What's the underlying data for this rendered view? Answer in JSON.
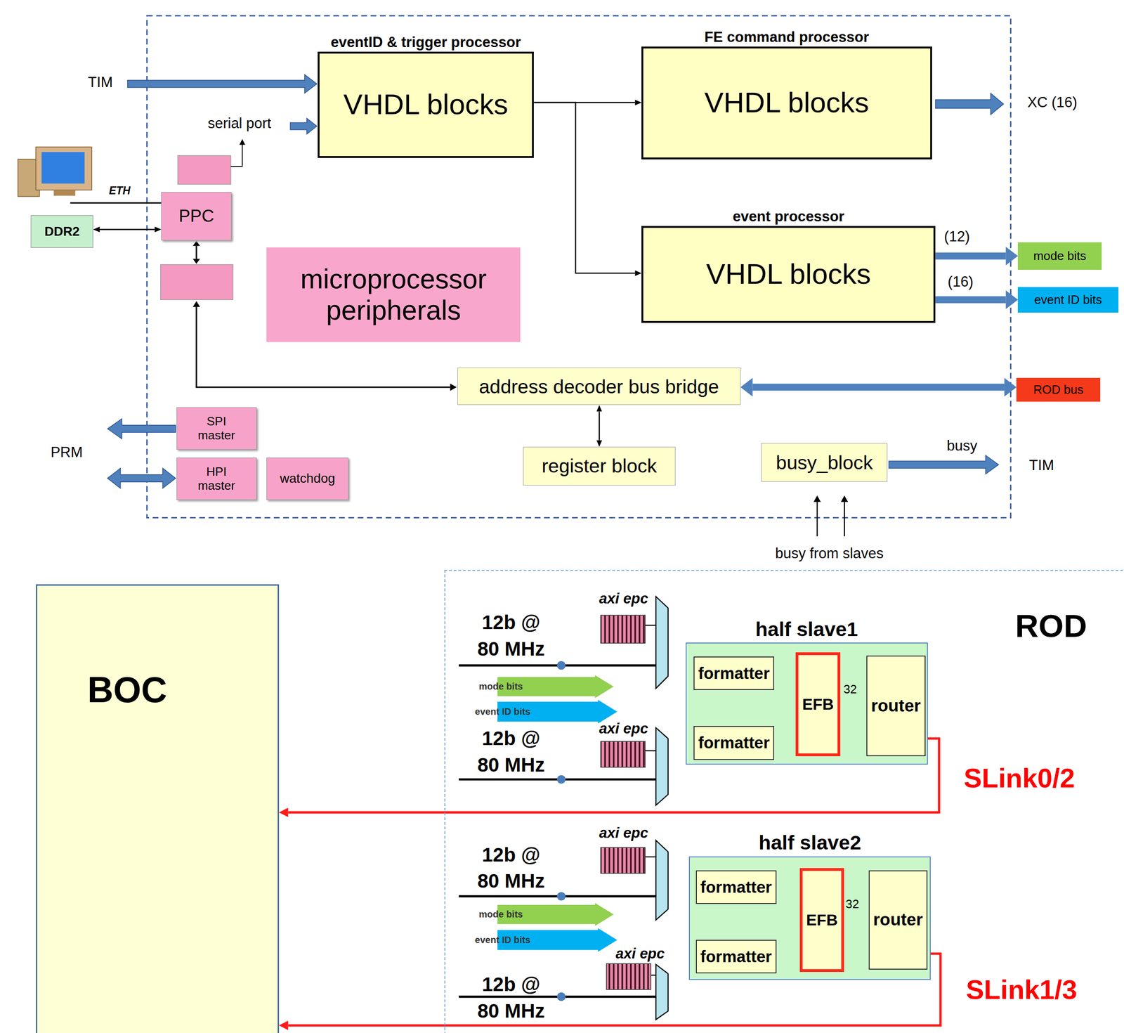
{
  "diagram": {
    "nodes": [
      {
        "text": [
          "eventID & trigger processor",
          "VHDL blocks"
        ]
      },
      {
        "text": [
          "FE command processor",
          "VHDL blocks"
        ]
      },
      {
        "text": [
          "PPC"
        ]
      },
      {
        "text": [
          "DDR2"
        ]
      },
      {
        "text": [
          "event processor",
          "VHDL blocks"
        ]
      },
      {
        "text": [
          "microprocessor peripherals"
        ]
      },
      {
        "text": [
          "mode bits"
        ]
      },
      {
        "text": [
          "event ID bits"
        ]
      },
      {
        "text": [
          "address decoder bus bridge"
        ]
      },
      {
        "text": [
          "ROD bus"
        ]
      },
      {
        "text": [
          "SPI master"
        ]
      },
      {
        "text": [
          "register block"
        ]
      },
      {
        "text": [
          "busy_block"
        ]
      },
      {
        "text": [
          "HPI master"
        ]
      },
      {
        "text": [
          "watchdog"
        ]
      },
      {
        "text": [
          "BOC"
        ]
      },
      {
        "text": [
          "ROD"
        ]
      },
      {
        "text": [
          "mode bits"
        ],
        "in": 16
      },
      {
        "text": [
          "event ID bits"
        ],
        "in": 16
      },
      {
        "text": [
          "half slave1"
        ],
        "in": 16
      },
      {
        "text": [
          "formatter"
        ],
        "in": 19
      },
      {
        "text": [
          "EFB"
        ],
        "in": 19
      },
      {
        "text": [
          "router"
        ],
        "in": 19
      },
      {
        "text": [
          "formatter"
        ],
        "in": 19
      },
      {
        "text": [
          "mode bits"
        ],
        "in": 16
      },
      {
        "text": [
          "event ID bits"
        ],
        "in": 16
      },
      {
        "text": [
          "half slave2"
        ],
        "in": 16
      },
      {
        "text": [
          "formatter"
        ],
        "in": 26
      },
      {
        "text": [
          "EFB"
        ],
        "in": 26
      },
      {
        "text": [
          "router"
        ],
        "in": 26
      },
      {
        "text": [
          "formatter"
        ],
        "in": 26
      }
    ],
    "edges": [
      {
        "from": 0,
        "to": 1,
        "arrow": "to"
      },
      {
        "from": 0,
        "to": 4,
        "arrow": "to"
      },
      {
        "from": 2,
        "to": 3,
        "arrow": "both"
      },
      {
        "from": 4,
        "to": 6,
        "arrow": "to",
        "label": "(12)"
      },
      {
        "from": 4,
        "to": 7,
        "arrow": "to",
        "label": "(16)"
      },
      {
        "from": 8,
        "to": 11,
        "arrow": "both"
      },
      {
        "from": 8,
        "to": 9,
        "arrow": "both"
      },
      {
        "from": 20,
        "to": 21,
        "arrow": "to"
      },
      {
        "from": 23,
        "to": 21,
        "arrow": "to"
      },
      {
        "from": 21,
        "to": 22,
        "arrow": "to",
        "label": "32"
      },
      {
        "from": 22,
        "to": 15,
        "arrow": "to",
        "label": "SLink0/2"
      },
      {
        "from": 27,
        "to": 28,
        "arrow": "to"
      },
      {
        "from": 30,
        "to": 28,
        "arrow": "to"
      },
      {
        "from": 28,
        "to": 29,
        "arrow": "to",
        "label": "32"
      },
      {
        "from": 29,
        "to": 15,
        "arrow": "to",
        "label": "SLink1/3"
      }
    ],
    "labels": [
      "TIM",
      "serial port",
      "ETH",
      "XC (16)",
      "PRM",
      "busy",
      "TIM",
      "busy from slaves",
      "axi epc",
      "12b @ 80 MHz",
      "axi epc",
      "12b @ 80 MHz",
      "axi epc",
      "12b @ 80 MHz",
      "axi epc",
      "12b @ 80 MHz"
    ]
  }
}
